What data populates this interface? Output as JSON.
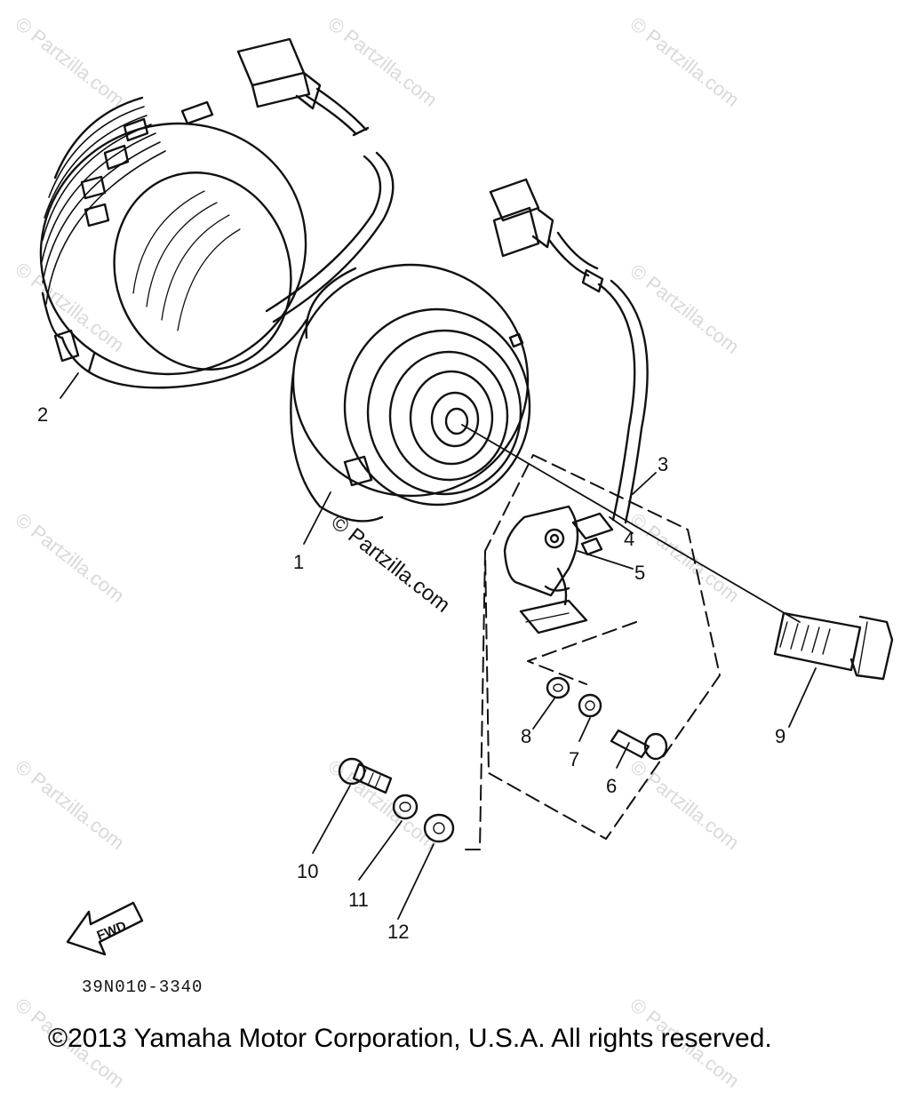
{
  "watermark": {
    "text": "© Partzilla.com"
  },
  "callouts": [
    "1",
    "2",
    "3",
    "4",
    "5",
    "6",
    "7",
    "8",
    "9",
    "10",
    "11",
    "12"
  ],
  "fwd_label": "FWD",
  "diagram_code": "39N010-3340",
  "copyright": "©2013 Yamaha Motor Corporation, U.S.A. All rights reserved.",
  "parts": {
    "stator": "stator-coil-assembly",
    "rotor": "rotor-assembly",
    "pickup": "pickup-coil-assembly",
    "bolt": "flange-bolt"
  }
}
